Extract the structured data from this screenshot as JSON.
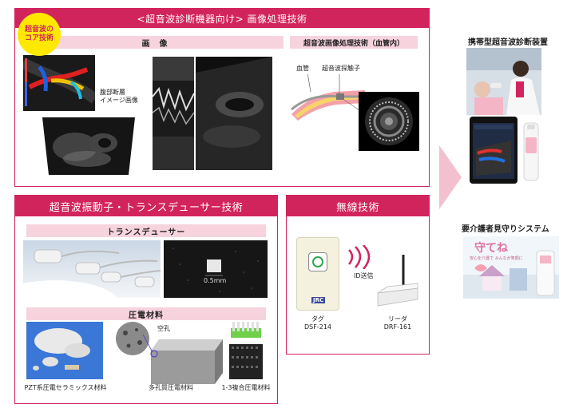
{
  "top_panel": {
    "title": "<超音波診断機器向け> 画像処理技術",
    "badge": [
      "超音波の",
      "コア技術"
    ],
    "image_section_title": "画　像",
    "abdominal_label": [
      "腹部断層",
      "イメージ画像"
    ],
    "intravascular_title": "超音波画像処理技術（血管内）",
    "vessel_label": "血管",
    "probe_label": "超音波探触子"
  },
  "transducer_panel": {
    "title": "超音波振動子・トランスデューサー技術",
    "transducer_section": "トランスデューサー",
    "scale_label": "0.5mm",
    "piezo_section": "圧電材料",
    "pore_label": "空孔",
    "material_labels": [
      "PZT系圧電セラミックス材料",
      "多孔質圧電材料",
      "1-3複合圧電材料"
    ]
  },
  "wireless_panel": {
    "title": "無線技術",
    "id_label": "ID送信",
    "brand": "JRC",
    "tag_label": [
      "タグ",
      "DSF-214"
    ],
    "reader_label": [
      "リーダ",
      "DRF-161"
    ]
  },
  "right_column": {
    "portable_title": "携帯型超音波診断装置",
    "care_title": "要介護者見守りシステム",
    "care_logo": "守てね",
    "care_tagline": "安心を介護で みんなが笑顔に"
  },
  "colors": {
    "accent": "#d2245c",
    "accent_light": "#f7d3de",
    "badge": "#ffe800",
    "arrow": "#f3c0cf"
  }
}
